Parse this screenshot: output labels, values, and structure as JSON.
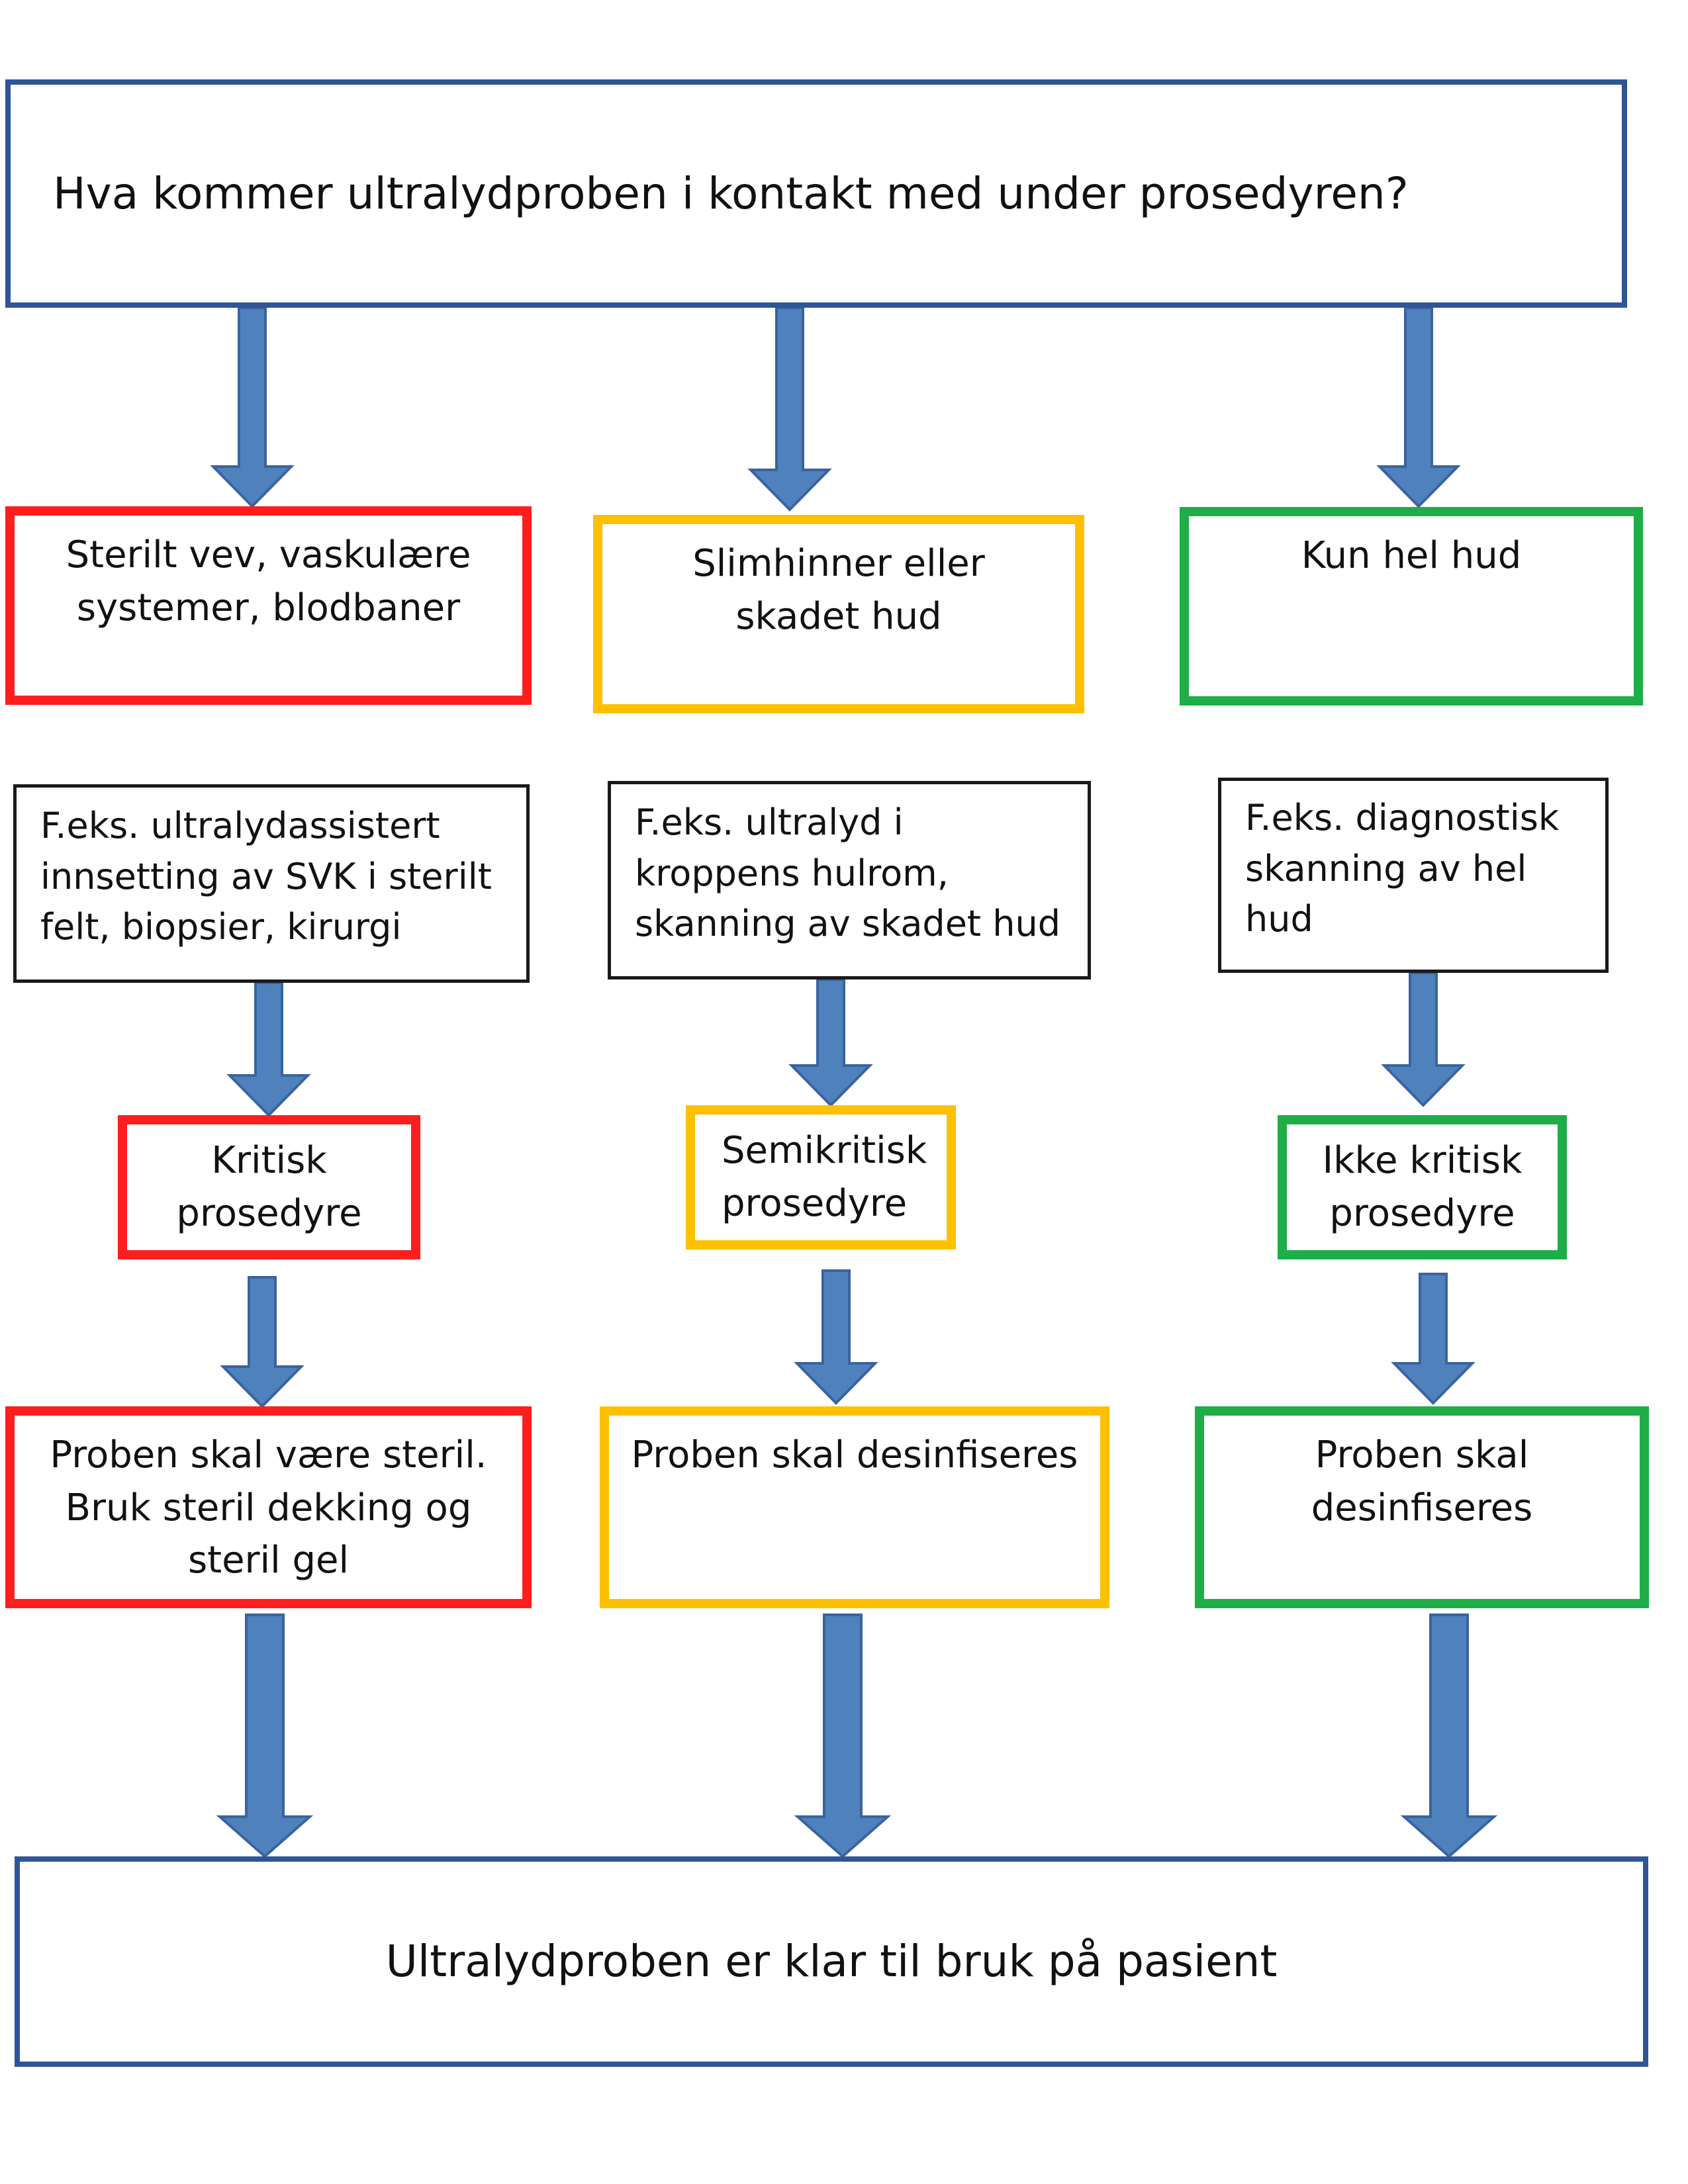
{
  "question": "Hva kommer ultralydproben i kontakt med under prosedyren?",
  "columns": [
    {
      "category": "Sterilt vev, vaskulære\nsystemer, blodbaner",
      "example": "F.eks.  ultralydassistert\ninnsetting av SVK i sterilt\nfelt, biopsier, kirurgi",
      "procedure": "Kritisk\nprosedyre",
      "action": "Proben skal være steril.\nBruk steril dekking og\nsteril gel",
      "color": "#ff1e1e"
    },
    {
      "category": "Slimhinner eller\nskadet hud",
      "example": "F.eks. ultralyd i\nkroppens hulrom,\nskanning av skadet hud",
      "procedure": "Semikritisk\nprosedyre",
      "action": "Proben skal desinfiseres",
      "color": "#ffc000"
    },
    {
      "category": "Kun hel hud",
      "example": "F.eks. diagnostisk\nskanning av hel\nhud",
      "procedure": "Ikke kritisk\nprosedyre",
      "action": "Proben skal\ndesinfiseres",
      "color": "#1fad48"
    }
  ],
  "result": "Ultralydproben er klar til bruk på pasient",
  "colors": {
    "arrow_fill": "#4f81bd",
    "arrow_stroke": "#3a63a0",
    "frame": "#2f5597"
  }
}
